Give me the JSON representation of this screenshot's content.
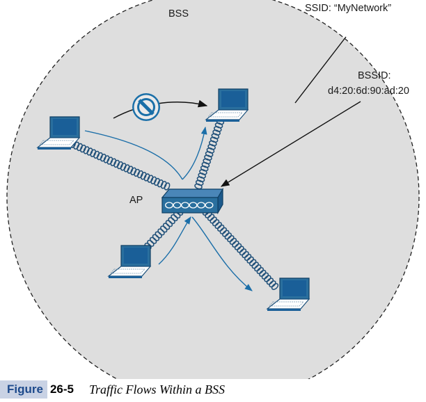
{
  "labels": {
    "bss": "BSS",
    "ssid": "SSID: “MyNetwork”",
    "bssid_title": "BSSID:",
    "bssid_value": "d4:20:6d:90:ad:20",
    "ap": "AP"
  },
  "caption": {
    "figure_word": "Figure",
    "figure_number": "26-5",
    "title": "Traffic Flows Within a BSS"
  },
  "icons": [
    "laptop-icon",
    "access-point-icon",
    "prohibited-icon"
  ],
  "colors": {
    "bss_fill": "#dedede",
    "device_blue": "#1a6fa8",
    "flow_arrow": "#1b6ea8",
    "caption_bg": "#c9d2e4",
    "caption_word": "#1d4a8c"
  }
}
